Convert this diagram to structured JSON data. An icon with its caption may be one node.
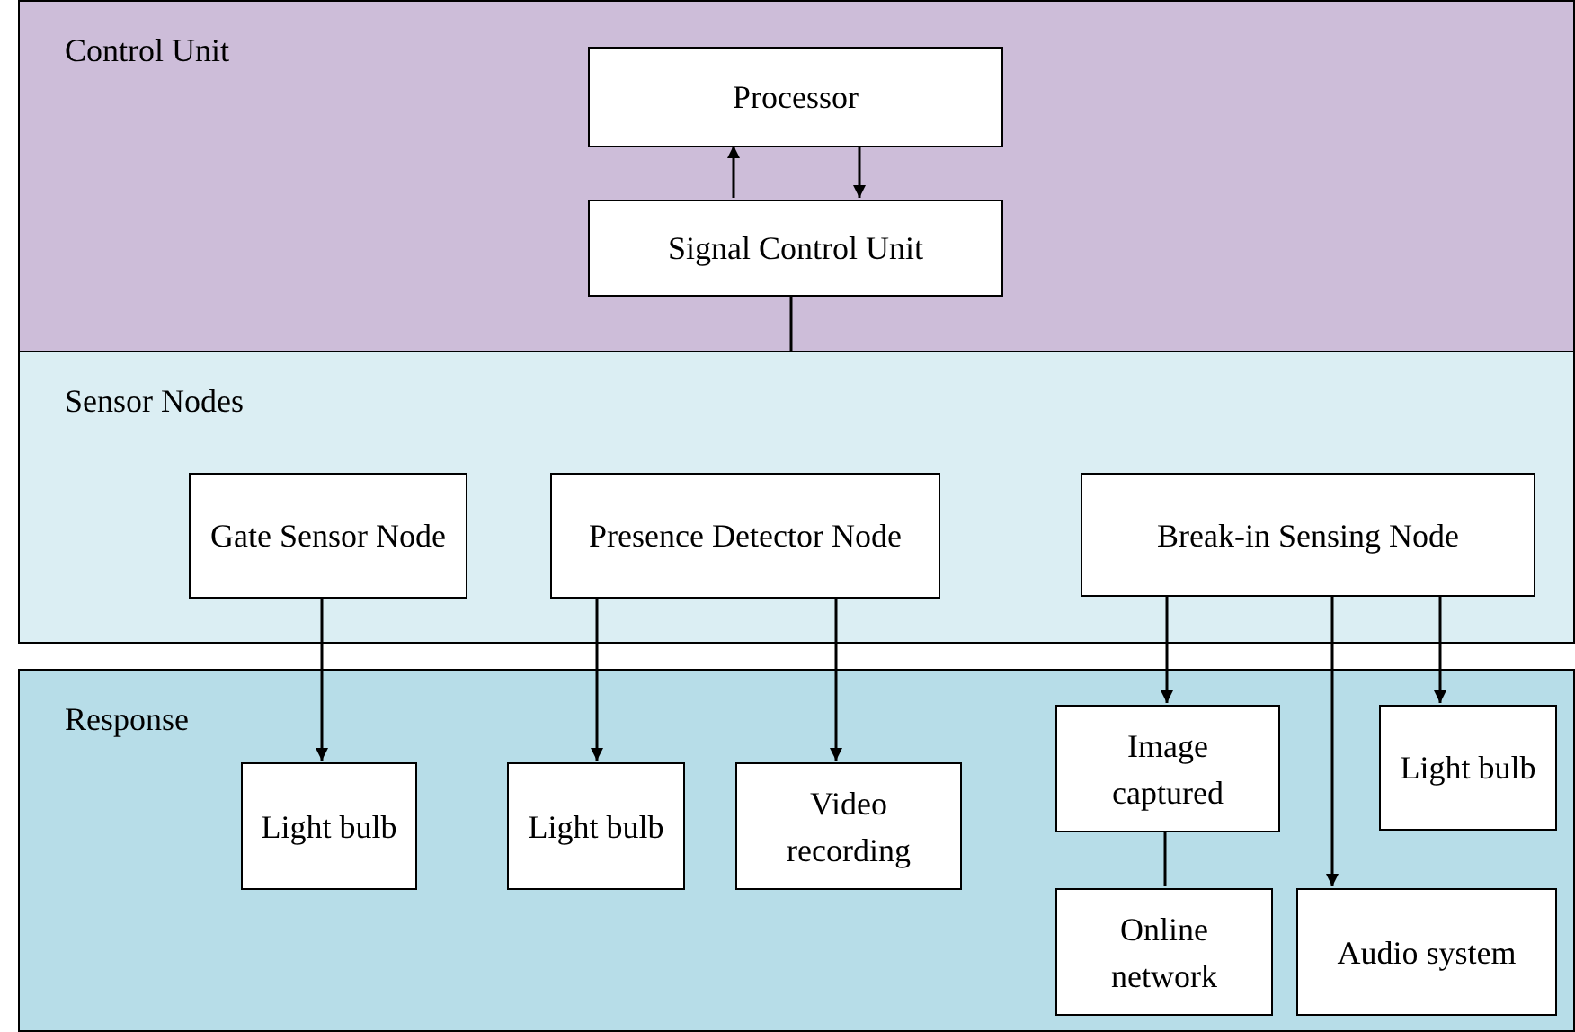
{
  "diagram": {
    "nodes": [
      {
        "text": [
          "Control Unit"
        ]
      },
      {
        "text": [
          "Processor"
        ],
        "in": 0
      },
      {
        "text": [
          "Signal Control Unit"
        ],
        "in": 0
      },
      {
        "text": [
          "Sensor Nodes"
        ]
      },
      {
        "text": [
          "Gate Sensor Node"
        ],
        "in": 3
      },
      {
        "text": [
          "Presence Detector Node"
        ],
        "in": 3
      },
      {
        "text": [
          "Break-in Sensing Node"
        ],
        "in": 3
      },
      {
        "text": [
          "Response"
        ]
      },
      {
        "text": [
          "Light bulb"
        ],
        "in": 7
      },
      {
        "text": [
          "Light bulb"
        ],
        "in": 7
      },
      {
        "text": [
          "Video recording"
        ],
        "in": 7
      },
      {
        "text": [
          "Image captured"
        ],
        "in": 7
      },
      {
        "text": [
          "Light bulb"
        ],
        "in": 7
      },
      {
        "text": [
          "Online network"
        ],
        "in": 7
      },
      {
        "text": [
          "Audio system"
        ],
        "in": 7
      }
    ],
    "edges": [
      {
        "from": 2,
        "to": 1,
        "arrow": "to"
      },
      {
        "from": 1,
        "to": 2,
        "arrow": "to"
      },
      {
        "from": 2,
        "to": 3,
        "arrow": "none"
      },
      {
        "from": 4,
        "to": 8,
        "arrow": "to"
      },
      {
        "from": 5,
        "to": 9,
        "arrow": "to"
      },
      {
        "from": 5,
        "to": 10,
        "arrow": "to"
      },
      {
        "from": 6,
        "to": 11,
        "arrow": "to"
      },
      {
        "from": 6,
        "to": 14,
        "arrow": "to"
      },
      {
        "from": 6,
        "to": 12,
        "arrow": "to"
      },
      {
        "from": 11,
        "to": 13,
        "arrow": "none"
      }
    ]
  }
}
